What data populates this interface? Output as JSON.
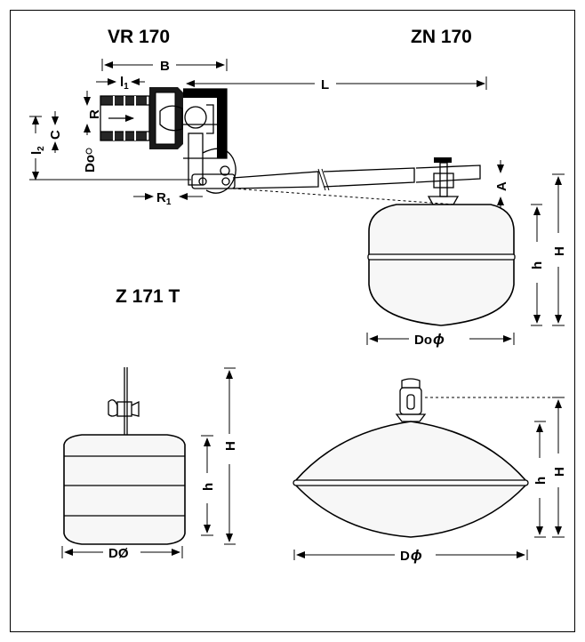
{
  "titles": {
    "vr": "VR 170",
    "zn": "ZN 170",
    "z171": "Z 171 T"
  },
  "labels": {
    "B": "B",
    "L": "L",
    "l1": "l",
    "l1_sub": "1",
    "R": "R",
    "C": "C",
    "l2": "l",
    "l2_sub": "2",
    "Do_left": "Do",
    "R1": "R",
    "R1_sub": "1",
    "A": "A",
    "h_top": "h",
    "H_top": "H",
    "Do_top": "Do",
    "phi_top": "ϕ",
    "H_small": "H",
    "h_small": "h",
    "D_small": "DØ",
    "h_big": "h",
    "H_big": "H",
    "D_big": "D",
    "phi_big": "ϕ"
  }
}
